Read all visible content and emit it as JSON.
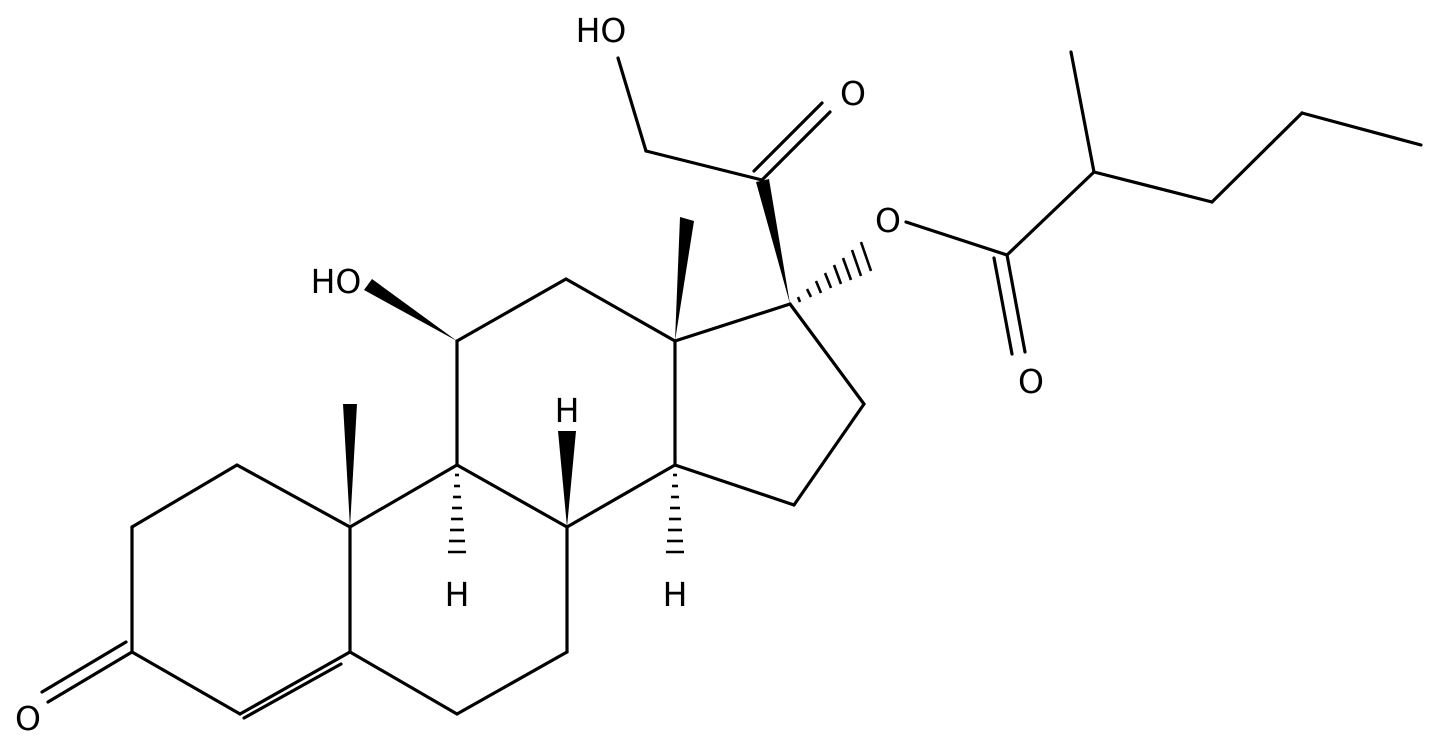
{
  "labels": {
    "c3_oxo": "O",
    "c11_hydroxyl": "HO",
    "c21_hydroxyl": "HO",
    "c20_oxo": "O",
    "ester_oxygen": "O",
    "ester_carbonyl_oxygen": "O",
    "h8": "H",
    "h9": "H",
    "h14": "H"
  }
}
